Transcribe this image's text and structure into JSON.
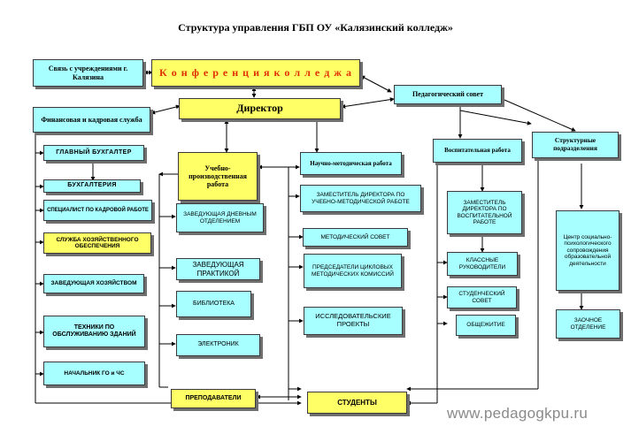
{
  "title": "Структура управления ГБП ОУ «Калязинский колледж»",
  "boxes": {
    "svyaz": "Связь с учреждениями г. Калязина",
    "konferenciya": "К о н ф е р е н ц и я   к о л л е д ж а",
    "pedsovet": "Педагогический совет",
    "finance": "Финансовая и кадровая служба",
    "direktor": "Директор",
    "glav_buh": "ГЛАВНЫЙ БУХГАЛТЕР",
    "buhgalteriya": "БУХГАЛТЕРИЯ",
    "specialist": "СПЕЦИАЛИСТ ПО КАДРОВОЙ РАБОТЕ",
    "sluzhba": "СЛУЖБА ХОЗЯЙСТВЕННОГО ОБЕСПЕЧЕНИЯ",
    "zav_hoz": "ЗАВЕДУЮЩАЯ ХОЗЯЙСТВОМ",
    "tehniki": "ТЕХНИКИ ПО ОБСЛУЖИВАНИЮ ЗДАНИЙ",
    "nachalnik_go": "НАЧАЛЬНИК ГО и ЧС",
    "uchebno": "Учебно-производственная работа",
    "zav_dnev": "ЗАВЕДУЮЩАЯ ДНЕВНЫМ ОТДЕЛЕНИЕМ",
    "zav_prakt": "ЗАВЕДУЮЩАЯ ПРАКТИКОЙ",
    "biblioteka": "БИБЛИОТЕКА",
    "elektronik": "ЭЛЕКТРОНИК",
    "nauchno": "Научно-методическая работа",
    "zam_umr": "ЗАМЕСТИТЕЛЬ ДИРЕКТОРА ПО УЧЕБНО-МЕТОДИЧЕСКОЙ РАБОТЕ",
    "met_sovet": "МЕТОДИЧЕСКИЙ СОВЕТ",
    "predsedateli": "ПРЕДСЕДАТЕЛИ ЦИКЛОВЫХ МЕТОДИЧЕСКИХ КОМИССИЙ",
    "issled": "ИССЛЕДОВАТЕЛЬСКИЕ ПРОЕКТЫ",
    "vospit": "Воспитательная работа",
    "zam_vr": "ЗАМЕСТИТЕЛЬ ДИРЕКТОРА ПО ВОСПИТАТЕЛЬНОЙ РАБОТЕ",
    "klassnye": "КЛАССНЫЕ РУКОВОДИТЕЛИ",
    "stud_sovet": "СТУДЕНЧЕСКИЙ СОВЕТ",
    "obshezhitie": "ОБЩЕЖИТИЕ",
    "strukturnye": "Структурные подразделения",
    "centr": "Центр социально-психологического сопровождения образовательной деятельности",
    "zaochnoe": "ЗАОЧНОЕ ОТДЕЛЕНИЕ",
    "prepodavateli": "ПРЕПОДАВАТЕЛИ",
    "studenty": "СТУДЕНТЫ"
  },
  "watermark": "www.pedagogkpu.ru",
  "colors": {
    "cyan": "#a8ffff",
    "yellow": "#ffff66",
    "shadow": "#6f6f6f"
  }
}
